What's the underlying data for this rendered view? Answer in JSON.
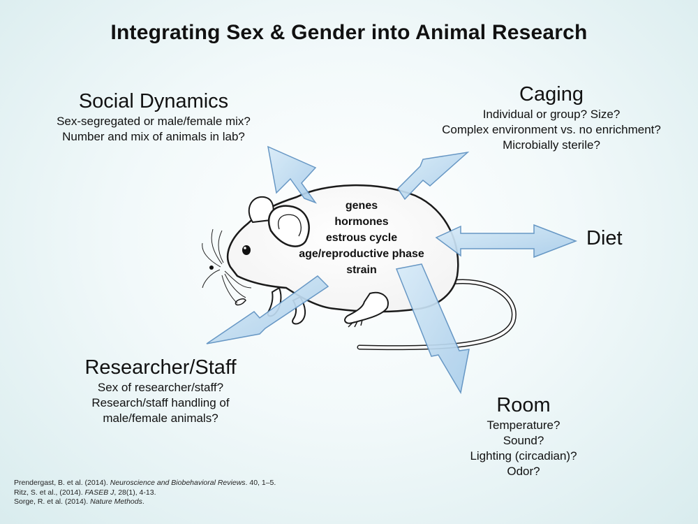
{
  "title": "Integrating Sex & Gender into Animal Research",
  "social": {
    "heading": "Social Dynamics",
    "lines": [
      "Sex-segregated or male/female mix?",
      "Number and mix of animals in lab?"
    ]
  },
  "caging": {
    "heading": "Caging",
    "lines": [
      "Individual or group? Size?",
      "Complex environment vs. no enrichment?",
      "Microbially sterile?"
    ]
  },
  "diet": {
    "heading": "Diet"
  },
  "researcher": {
    "heading": "Researcher/Staff",
    "lines": [
      "Sex of researcher/staff?",
      "Research/staff handling of",
      "male/female animals?"
    ]
  },
  "room": {
    "heading": "Room",
    "lines": [
      "Temperature?",
      "Sound?",
      "Lighting (circadian)?",
      "Odor?"
    ]
  },
  "mouse_factors": [
    "genes",
    "hormones",
    "estrous cycle",
    "age/reproductive phase",
    "strain"
  ],
  "references": [
    {
      "authors": "Prendergast, B. et al. (2014). ",
      "journal": "Neuroscience and Biobehavioral Reviews",
      "rest": ". 40, 1–5."
    },
    {
      "authors": "Ritz, S. et al., (2014). ",
      "journal": "FASEB J",
      "rest": ", 28(1), 4-13."
    },
    {
      "authors": "Sorge, R. et al. (2014). ",
      "journal": "Nature Methods",
      "rest": "."
    }
  ],
  "colors": {
    "arrow_fill": "#c3def3",
    "arrow_stroke": "#5b8fc0",
    "mouse_fill": "#ffffff",
    "outline": "#1a1a1a"
  }
}
